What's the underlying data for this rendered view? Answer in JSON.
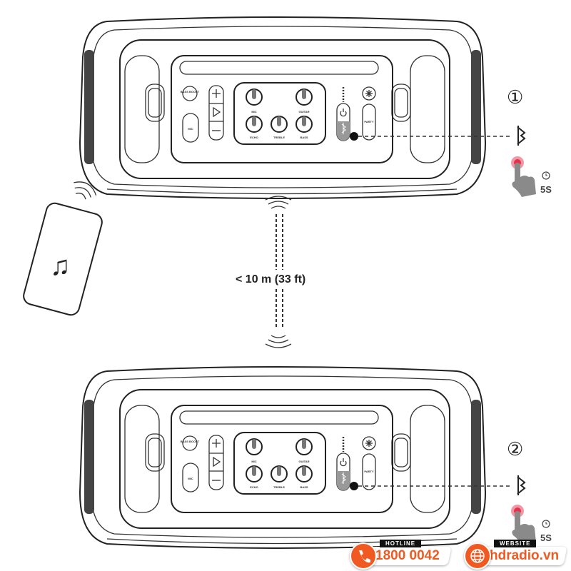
{
  "speaker": {
    "bass_boost_label": "BASS BOOST",
    "knob_labels": [
      "MIC",
      "GUITAR",
      "ECHO",
      "TREBLE",
      "BASS"
    ],
    "mic_button_label": "MIC",
    "light_button_label": "PARTY"
  },
  "distance_label": "< 10 m (33 ft)",
  "steps": [
    {
      "number": "①",
      "press_duration": "5S"
    },
    {
      "number": "②",
      "press_duration": "5S"
    }
  ],
  "hotline": {
    "tag": "HOTLINE",
    "value": "1800 0042"
  },
  "website": {
    "tag": "WEBSITE",
    "value": "hdradio.vn"
  },
  "colors": {
    "brand_orange": "#f05a22",
    "press_red": "#e8304a",
    "hand_gray": "#8a8a8a"
  },
  "icons": [
    "bluetooth-icon",
    "hand-press-icon",
    "clock-icon",
    "phone-icon",
    "music-note-icon",
    "globe-icon",
    "power-icon",
    "light-icon"
  ]
}
